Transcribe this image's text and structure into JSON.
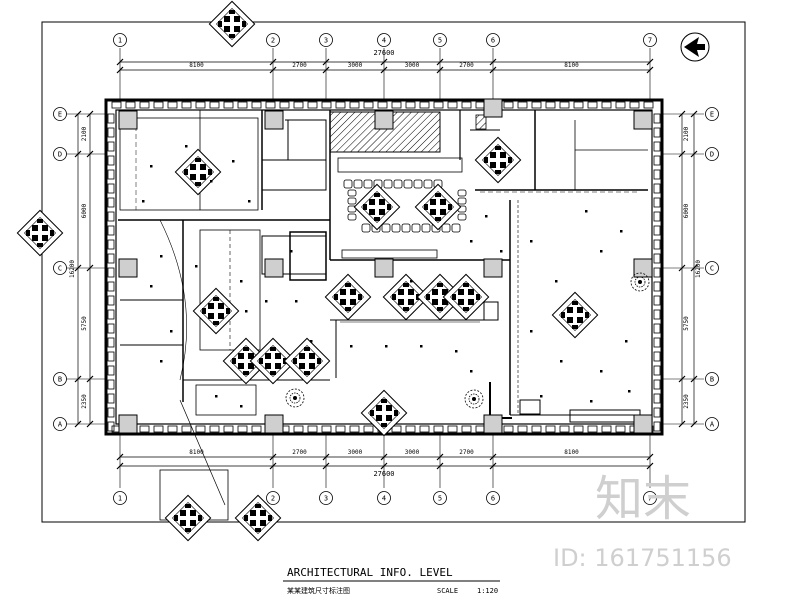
{
  "drawing": {
    "title": "ARCHITECTURAL INFO. LEVEL",
    "subtitle": "某某建筑尺寸标注图",
    "scale_label": "SCALE",
    "scale_value": "1:120"
  },
  "grid": {
    "columns": [
      "1",
      "2",
      "3",
      "4",
      "5",
      "6",
      "7"
    ],
    "rows": [
      "E",
      "D",
      "C",
      "B",
      "A"
    ]
  },
  "dimensions": {
    "top_total": "27600",
    "top_segments": [
      "8100",
      "2700",
      "3000",
      "3000",
      "2700",
      "8100"
    ],
    "bottom_total": "27600",
    "bottom_segments": [
      "8100",
      "2700",
      "3000",
      "3000",
      "2700",
      "8100"
    ],
    "left_segments": [
      "2100",
      "6000",
      "5750",
      "2350"
    ],
    "left_total": "16200",
    "right_segments": [
      "2100",
      "6000",
      "5750",
      "2350"
    ],
    "right_total": "16200"
  },
  "watermark": {
    "brand": "知末",
    "id_text": "ID: 161751156"
  },
  "icons": [
    "north-arrow-icon",
    "table-set-icon",
    "tree-icon"
  ]
}
